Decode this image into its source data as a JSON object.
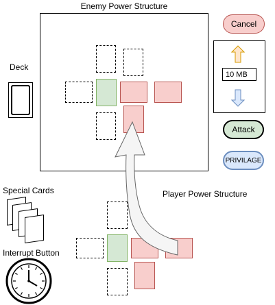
{
  "enemy": {
    "title": "Enemy Power Structure"
  },
  "player": {
    "title": "Player Power Structure"
  },
  "deck": {
    "label": "Deck"
  },
  "special_cards": {
    "label": "Special Cards"
  },
  "interrupt": {
    "label": "Interrupt Button"
  },
  "buttons": {
    "cancel": "Cancel",
    "attack": "Attack",
    "privilage": "PRIVILAGE"
  },
  "resource": {
    "value": "10 MB"
  },
  "colors": {
    "card_red_fill": "#f8cecc",
    "card_red_stroke": "#b85450",
    "card_green_fill": "#d5e8d4",
    "card_green_stroke": "#82b366",
    "arrow_up_fill": "#ffe6cc",
    "arrow_up_stroke": "#d79b00",
    "arrow_down_fill": "#dae8fc",
    "arrow_down_stroke": "#6c8ebf",
    "privilage_fill": "#dae8fc"
  },
  "icons": {
    "up": "arrow-up-icon",
    "down": "arrow-down-icon",
    "clock": "clock-icon",
    "move": "curved-arrow-icon"
  }
}
